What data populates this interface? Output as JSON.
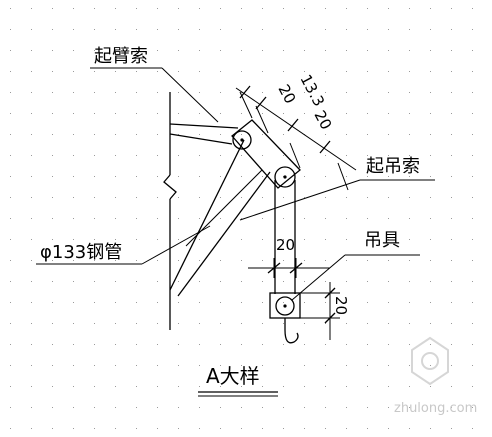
{
  "title": "A大样",
  "labels": {
    "boom_cable": "起臂索",
    "hoist_cable": "起吊索",
    "steel_pipe": "φ133钢管",
    "rigging": "吊具"
  },
  "dimensions": {
    "d_13_3": "13.3",
    "d_20_a": "20",
    "d_20_b": "20",
    "d_20_c": "20",
    "d_20_d": "20"
  },
  "watermark": "zhulong.com",
  "colors": {
    "ink": "#000000",
    "dot": "#9a9a9a",
    "watermark": "#c8c8c8"
  }
}
